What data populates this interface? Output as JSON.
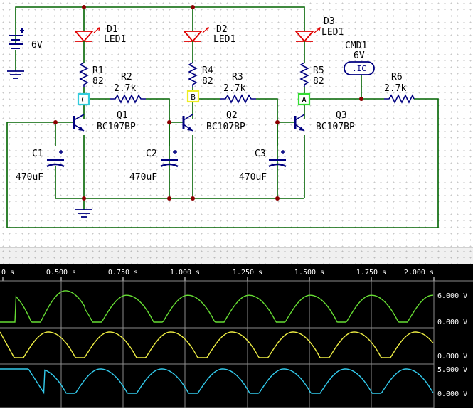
{
  "schematic": {
    "battery": {
      "label": "6V"
    },
    "leds": [
      {
        "name": "D1",
        "model": "LED1"
      },
      {
        "name": "D2",
        "model": "LED1"
      },
      {
        "name": "D3",
        "model": "LED1"
      }
    ],
    "collector_resistors": [
      {
        "name": "R1",
        "value": "82"
      },
      {
        "name": "R4",
        "value": "82"
      },
      {
        "name": "R5",
        "value": "82"
      }
    ],
    "base_resistors": [
      {
        "name": "R2",
        "value": "2.7k"
      },
      {
        "name": "R3",
        "value": "2.7k"
      },
      {
        "name": "R6",
        "value": "2.7k"
      }
    ],
    "transistors": [
      {
        "name": "Q1",
        "model": "BC107BP"
      },
      {
        "name": "Q2",
        "model": "BC107BP"
      },
      {
        "name": "Q3",
        "model": "BC107BP"
      }
    ],
    "capacitors": [
      {
        "name": "C1",
        "value": "470uF"
      },
      {
        "name": "C2",
        "value": "470uF"
      },
      {
        "name": "C3",
        "value": "470uF"
      }
    ],
    "probes": [
      {
        "label": "C",
        "color": "#33ccdd"
      },
      {
        "label": "B",
        "color": "#eeee22"
      },
      {
        "label": "A",
        "color": "#33dd33"
      }
    ],
    "directive": {
      "name": "CMD1",
      "value": "6V",
      "text": ".IC"
    },
    "colors": {
      "wire": "#006400",
      "component": "#000080",
      "led": "#e00000",
      "node": "#8b0000"
    }
  },
  "scope": {
    "time_ticks": [
      "0 s",
      "0.500 s",
      "0.750 s",
      "1.000 s",
      "1.250 s",
      "1.500 s",
      "1.750 s",
      "2.000 s"
    ],
    "traces": [
      {
        "name": "A",
        "color": "#66dd33",
        "top_label": "6.000 V",
        "bottom_label": "0.000 V"
      },
      {
        "name": "B",
        "color": "#eeee44",
        "top_label": "",
        "bottom_label": "0.000 V"
      },
      {
        "name": "C",
        "color": "#33ccee",
        "top_label": "5.000 V",
        "bottom_label": "0.000 V"
      }
    ]
  }
}
